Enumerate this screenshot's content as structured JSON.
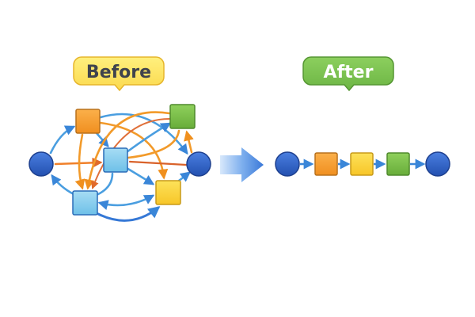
{
  "before": {
    "label": "Before",
    "bubble_fill": "#fde66a",
    "bubble_stroke": "#e8b82a",
    "text_color": "#3f434d",
    "nodes": [
      {
        "id": "start",
        "shape": "circle",
        "color": "#2f5fc4"
      },
      {
        "id": "orange",
        "shape": "square",
        "color": "#f5a23a"
      },
      {
        "id": "green",
        "shape": "square",
        "color": "#7cc24e"
      },
      {
        "id": "blue-center",
        "shape": "square",
        "color": "#8fd0ee"
      },
      {
        "id": "end",
        "shape": "circle",
        "color": "#2f5fc4"
      },
      {
        "id": "blue-bottom",
        "shape": "square",
        "color": "#8fd0ee"
      },
      {
        "id": "yellow",
        "shape": "square",
        "color": "#fbd640"
      }
    ],
    "edges": [
      {
        "from": "start",
        "to": "orange",
        "color": "blue"
      },
      {
        "from": "blue-bottom",
        "to": "start",
        "color": "blue"
      },
      {
        "from": "start",
        "to": "blue-center",
        "color": "orange"
      },
      {
        "from": "orange",
        "to": "blue-center",
        "color": "blue"
      },
      {
        "from": "orange",
        "to": "end",
        "color": "blue"
      },
      {
        "from": "orange",
        "to": "yellow",
        "color": "orange"
      },
      {
        "from": "orange",
        "to": "blue-bottom",
        "color": "orange"
      },
      {
        "from": "green",
        "to": "blue-bottom",
        "color": "orange"
      },
      {
        "from": "blue-center",
        "to": "green",
        "color": "blue"
      },
      {
        "from": "blue-center",
        "to": "green",
        "color": "orange"
      },
      {
        "from": "end",
        "to": "blue-center",
        "color": "red-orange"
      },
      {
        "from": "blue-center",
        "to": "yellow",
        "color": "blue"
      },
      {
        "from": "blue-center",
        "to": "blue-bottom",
        "color": "blue"
      },
      {
        "from": "yellow",
        "to": "end",
        "color": "blue"
      },
      {
        "from": "end",
        "to": "green",
        "color": "orange"
      },
      {
        "from": "blue-bottom",
        "to": "yellow",
        "color": "blue",
        "bidirectional": true
      },
      {
        "from": "blue-bottom",
        "to": "yellow",
        "color": "blue"
      }
    ]
  },
  "transition_arrow": {
    "color": "#3a78d8"
  },
  "after": {
    "label": "After",
    "bubble_fill": "#7cc34f",
    "bubble_stroke": "#5a9a36",
    "text_color": "#ffffff",
    "nodes": [
      {
        "id": "start",
        "shape": "circle",
        "color": "#2f5fc4"
      },
      {
        "id": "orange",
        "shape": "square",
        "color": "#f5a23a"
      },
      {
        "id": "yellow",
        "shape": "square",
        "color": "#fbd640"
      },
      {
        "id": "green",
        "shape": "square",
        "color": "#7cc24e"
      },
      {
        "id": "end",
        "shape": "circle",
        "color": "#2f5fc4"
      }
    ],
    "edges": [
      {
        "from": "start",
        "to": "orange"
      },
      {
        "from": "orange",
        "to": "yellow"
      },
      {
        "from": "yellow",
        "to": "green"
      },
      {
        "from": "green",
        "to": "end"
      }
    ]
  }
}
